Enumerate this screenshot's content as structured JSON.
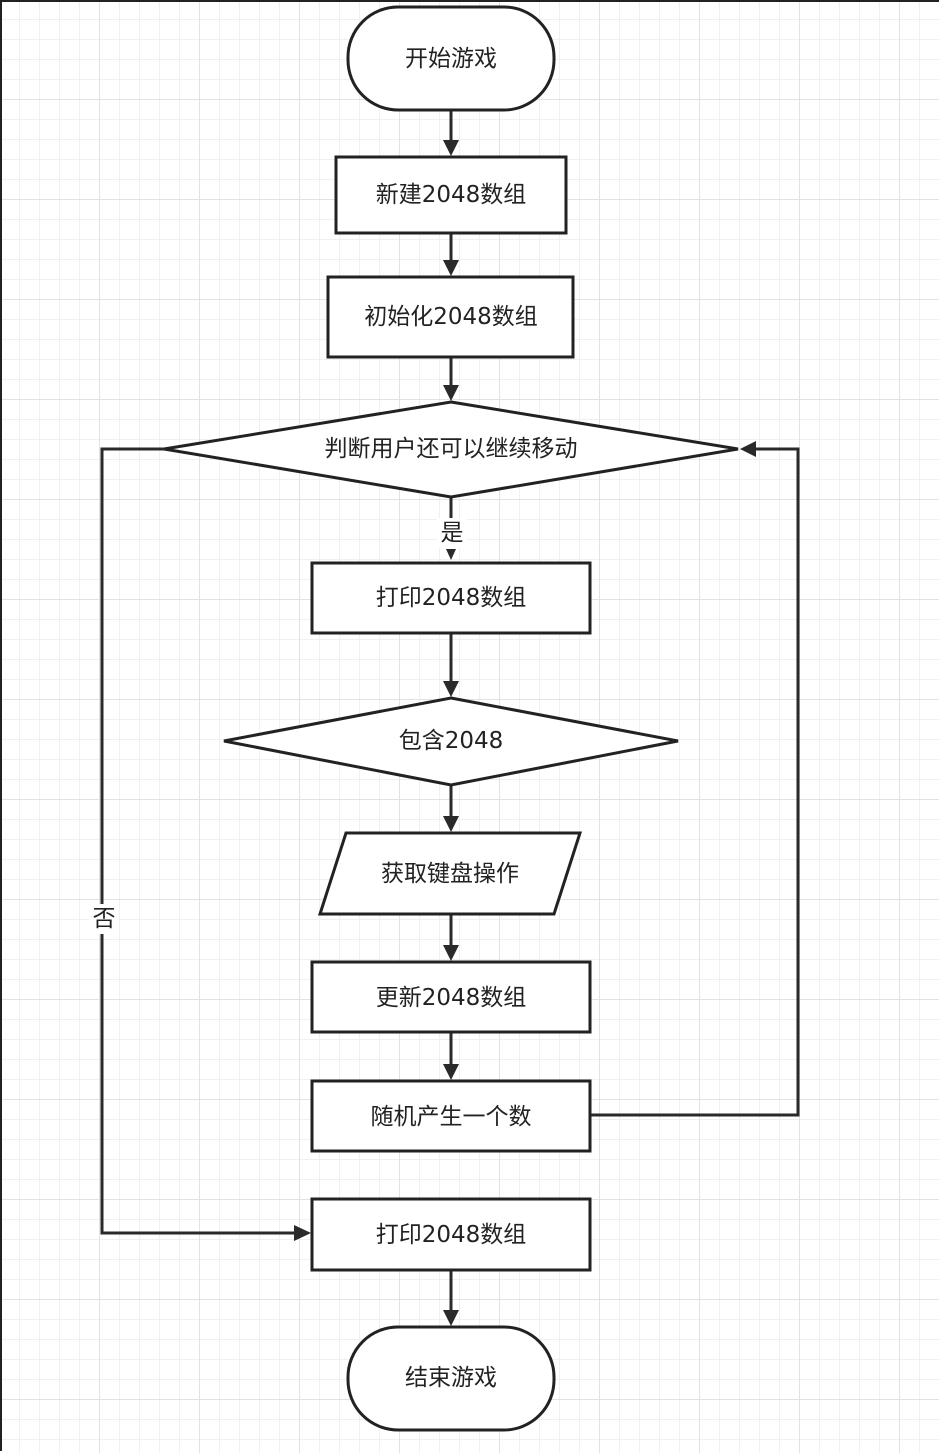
{
  "flowchart": {
    "nodes": {
      "start": "开始游戏",
      "create_array": "新建2048数组",
      "init_array": "初始化2048数组",
      "can_move": "判断用户还可以继续移动",
      "print_array": "打印2048数组",
      "contains_2048": "包含2048",
      "get_key": "获取键盘操作",
      "update_array": "更新2048数组",
      "random_number": "随机产生一个数",
      "print_array_final": "打印2048数组",
      "end": "结束游戏"
    },
    "edge_labels": {
      "yes": "是",
      "no": "否"
    }
  }
}
